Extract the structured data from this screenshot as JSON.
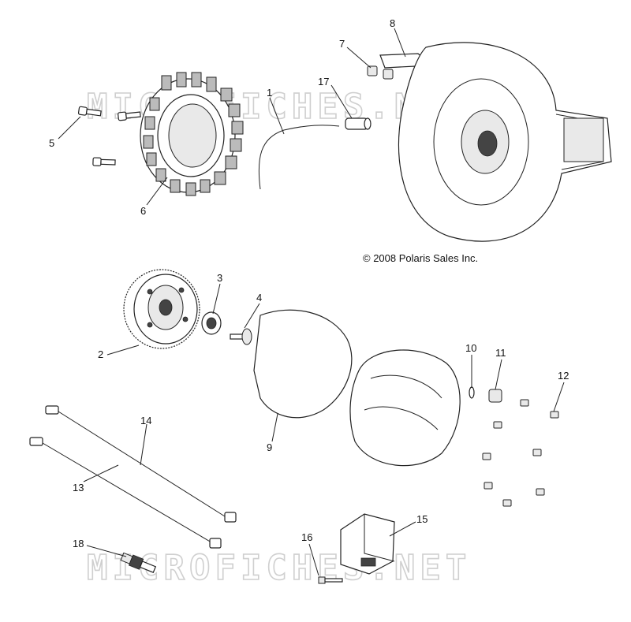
{
  "watermark": {
    "text": "MICROFICHES.NET"
  },
  "copyright": "© 2008 Polaris Sales Inc.",
  "callouts": {
    "c1": "1",
    "c2": "2",
    "c3": "3",
    "c4": "4",
    "c5": "5",
    "c6": "6",
    "c7": "7",
    "c8": "8",
    "c9": "9",
    "c10": "10",
    "c11": "11",
    "c12": "12",
    "c13": "13",
    "c14": "14",
    "c15": "15",
    "c16": "16",
    "c17": "17",
    "c18": "18"
  }
}
